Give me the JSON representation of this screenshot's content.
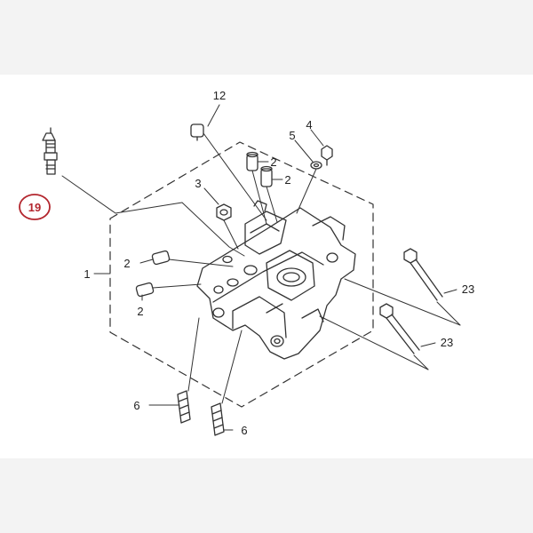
{
  "callouts": {
    "c1": "1",
    "c2a": "2",
    "c2b": "2",
    "c2c": "2",
    "c2d": "2",
    "c3": "3",
    "c4": "4",
    "c5": "5",
    "c6a": "6",
    "c6b": "6",
    "c12": "12",
    "c19": "19",
    "c23a": "23",
    "c23b": "23"
  },
  "highlight": {
    "part": "19",
    "color": "#b3262e"
  },
  "colors": {
    "line": "#333333",
    "background": "#ffffff",
    "band": "#f3f3f3"
  }
}
